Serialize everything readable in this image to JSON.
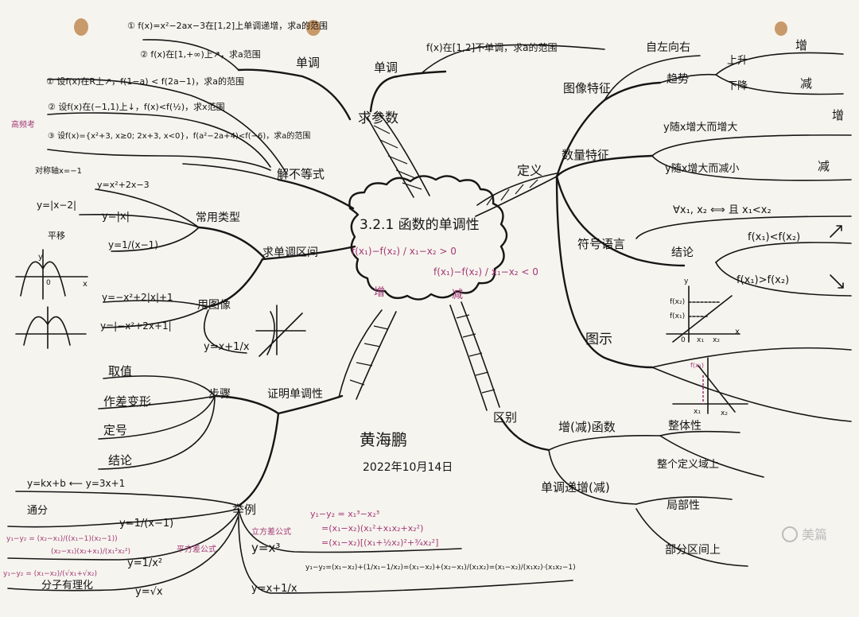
{
  "center": {
    "title": "3.2.1 函数的单调性",
    "increasing_formula": "f(x₁)−f(x₂) / x₁−x₂ > 0",
    "increasing_label": "增",
    "decreasing_formula": "f(x₁)−f(x₂) / x₁−x₂ < 0",
    "decreasing_label": "减"
  },
  "author": {
    "name": "黄海鹏",
    "date": "2022年10月14日"
  },
  "watermark": "美篇",
  "branches": {
    "definition": {
      "label": "定义",
      "image_features": {
        "label": "图像特征",
        "direction": "自左向右",
        "trend": "趋势",
        "rise": "上升",
        "rise_result": "增",
        "fall": "下降",
        "fall_result": "减"
      },
      "numeric_features": {
        "label": "数量特征",
        "inc_text": "y随x增大而增大",
        "inc_result": "增",
        "dec_text": "y随x增大而减小",
        "dec_result": "减"
      },
      "symbolic_language": {
        "label": "符号语言",
        "condition": "∀x₁, x₂ ⟺ 且 x₁<x₂",
        "conclusion": "结论",
        "case1": "f(x₁)<f(x₂)",
        "case2": "f(x₁)>f(x₂)"
      },
      "diagram": {
        "label": "图示",
        "axis_y": "y",
        "axis_x": "x",
        "fx2": "f(x₂)",
        "fx1": "f(x₁)",
        "x1": "x₁",
        "x2": "x₂",
        "origin": "0"
      }
    },
    "difference": {
      "label": "区别",
      "inc_dec_function": "增(减)函数",
      "whole": "整体性",
      "whole_domain": "整个定义域上",
      "monotonic_inc": "单调递增(减)",
      "local": "局部性",
      "partial_interval": "部分区间上"
    },
    "parameter": {
      "label": "求参数",
      "monotonic": "单调",
      "item1": "① f(x)=x²−2ax−3在[1,2]上单调递增，求a的范围",
      "item2": "② f(x)在[1,+∞)上↗，求a范围",
      "not_monotonic": "f(x)在[1,2]不单调，求a的范围"
    },
    "inequality": {
      "label": "解不等式",
      "item1": "① 设f(x)在R上↗，f(1−a) < f(2a−1)，求a的范围",
      "item2": "② 设f(x)在(−1,1)上↓，f(x)<f(½)，求x范围",
      "item3": "③ 设f(x)={x²+3, x≥0; 2x+3, x<0}，f(a²−2a+4)<f(−6)，求a的范围",
      "note": "高频考"
    },
    "intervals": {
      "label": "求单调区间",
      "common_types": "常用类型",
      "symmetric": "对称轴x=−1",
      "ex1": "y=x²+2x−3",
      "ex2": "y=|x−2|",
      "ex3": "y=|x|",
      "translate": "平移",
      "ex4": "y=1/(x−1)",
      "use_graph": "用图像",
      "ex5": "y=−x²+2|x|+1",
      "ex6": "y=|−x²+2x+1|",
      "ex7": "y=x+1/x",
      "axis_x": "x",
      "axis_y": "y",
      "zero": "0"
    },
    "proof": {
      "label": "证明单调性",
      "steps": "步骤",
      "step1": "取值",
      "step2": "作差变形",
      "step3": "定号",
      "step4": "结论"
    },
    "examples": {
      "label": "举例",
      "linear": "y=kx+b ⟵ y=3x+1",
      "common_denominator": "通分",
      "ex1": "y=1/(x−1)",
      "ex1_work": "y₁−y₂ = (x₂−x₁)/((x₁−1)(x₂−1))",
      "ex2": "y=1/x²",
      "ex2_work": "(x₂−x₁)(x₂+x₁)/(x₁²x₂²)",
      "square_diff": "平方差公式",
      "rationalize": "分子有理化",
      "ex3": "y=√x",
      "ex3_work": "y₁−y₂ = (x₁−x₂)/(√x₁+√x₂)",
      "cube_diff": "立方差公式",
      "ex4": "y=x³",
      "ex4_work1": "y₁−y₂ = x₁³−x₂³",
      "ex4_work2": "=(x₁−x₂)(x₁²+x₁x₂+x₂²)",
      "ex4_work3": "=(x₁−x₂)[(x₁+½x₂)²+¾x₂²]",
      "ex5": "y=x+1/x",
      "ex5_work": "y₁−y₂=(x₁−x₂)+(1/x₁−1/x₂)=(x₁−x₂)+(x₂−x₁)/(x₁x₂)=(x₁−x₂)/(x₁x₂)·(x₁x₂−1)"
    }
  }
}
